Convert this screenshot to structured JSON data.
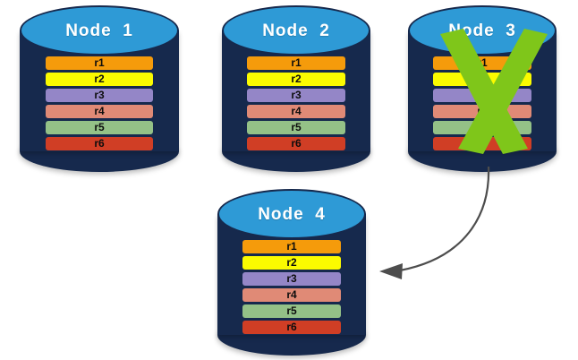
{
  "diagram": {
    "title_prefix": "Node",
    "background": "#ffffff",
    "cylinder_body_color": "#16294d",
    "cylinder_top_color": "#2e9ad6",
    "x_overlay_color": "#7fc61a",
    "arrow_color": "#4d4d4d"
  },
  "rows": [
    {
      "label": "r1",
      "color": "#f59b0b"
    },
    {
      "label": "r2",
      "color": "#fbfb00"
    },
    {
      "label": "r3",
      "color": "#9486c7"
    },
    {
      "label": "r4",
      "color": "#e08a76"
    },
    {
      "label": "r5",
      "color": "#94c187"
    },
    {
      "label": "r6",
      "color": "#d03e25"
    }
  ],
  "nodes": [
    {
      "id": "node-1",
      "title": "Node  1",
      "failed": false,
      "rows": [
        "r1",
        "r2",
        "r3",
        "r4",
        "r5",
        "r6"
      ]
    },
    {
      "id": "node-2",
      "title": "Node  2",
      "failed": false,
      "rows": [
        "r1",
        "r2",
        "r3",
        "r4",
        "r5",
        "r6"
      ]
    },
    {
      "id": "node-3",
      "title": "Node  3",
      "failed": true,
      "rows": [
        "r1",
        "r2",
        "r3",
        "r4",
        "r5",
        "r6"
      ]
    },
    {
      "id": "node-4",
      "title": "Node  4",
      "failed": false,
      "rows": [
        "r1",
        "r2",
        "r3",
        "r4",
        "r5",
        "r6"
      ]
    }
  ],
  "arrow": {
    "from": "node-3",
    "to": "node-4",
    "label": ""
  }
}
